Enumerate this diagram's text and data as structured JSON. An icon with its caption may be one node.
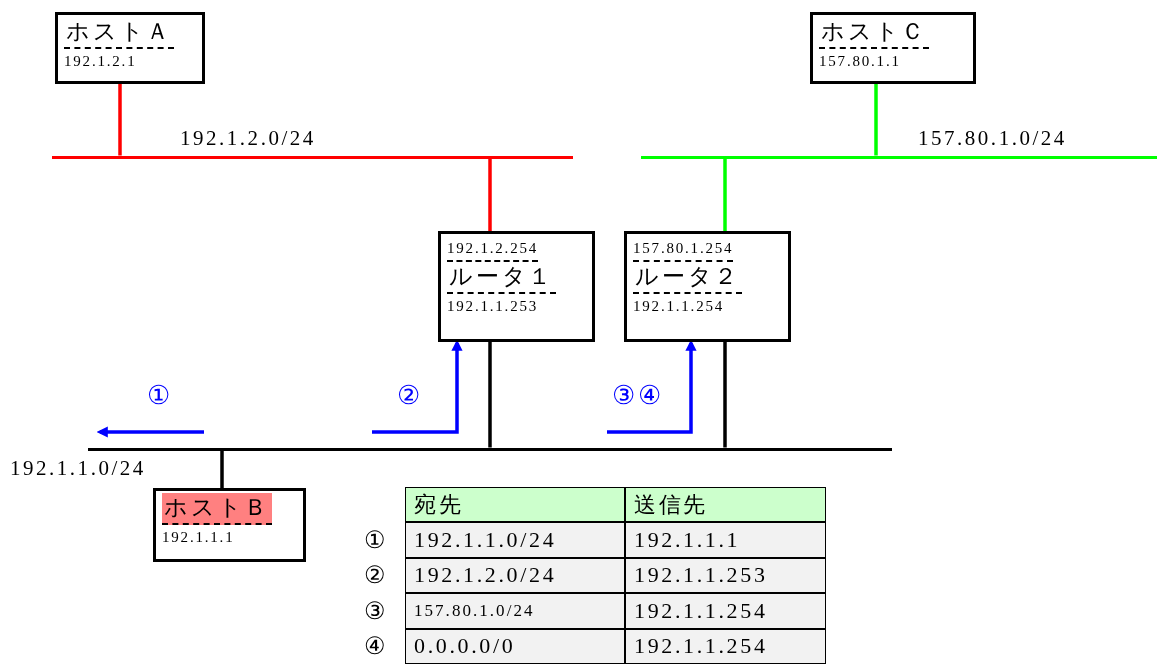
{
  "diagram": {
    "nodes": [
      {
        "text": [
          "ホストＡ",
          "192.1.2.1"
        ]
      },
      {
        "text": [
          "ホストＣ",
          "157.80.1.1"
        ]
      },
      {
        "text": [
          "192.1.2.254",
          "ルータ１",
          "192.1.1.253"
        ]
      },
      {
        "text": [
          "157.80.1.254",
          "ルータ２",
          "192.1.1.254"
        ]
      },
      {
        "text": [
          "ホストＢ",
          "192.1.1.1"
        ]
      },
      {
        "text": [],
        "shape": "bar",
        "beside": [
          "192.1.2.0/24"
        ]
      },
      {
        "text": [],
        "shape": "bar",
        "beside": [
          "157.80.1.0/24"
        ]
      },
      {
        "text": [],
        "shape": "bar",
        "beside": [
          "192.1.1.0/24"
        ]
      }
    ],
    "edges": [
      {
        "from": 0,
        "to": 5,
        "arrow": "none",
        "color": "#ff0000"
      },
      {
        "from": 2,
        "to": 5,
        "arrow": "none",
        "color": "#ff0000"
      },
      {
        "from": 1,
        "to": 6,
        "arrow": "none",
        "color": "#00ff00"
      },
      {
        "from": 3,
        "to": 6,
        "arrow": "none",
        "color": "#00ff00"
      },
      {
        "from": 2,
        "to": 7,
        "arrow": "none"
      },
      {
        "from": 3,
        "to": 7,
        "arrow": "none"
      },
      {
        "from": 4,
        "to": 7,
        "arrow": "none"
      },
      {
        "from": null,
        "to": 2,
        "arrow": "to",
        "color": "#0000ff"
      },
      {
        "from": null,
        "to": 3,
        "arrow": "to",
        "color": "#0000ff"
      }
    ],
    "labels": [
      "①",
      "②",
      "③④",
      "宛先",
      "送信先",
      "①",
      "192.1.1.0/24",
      "192.1.1.1",
      "②",
      "192.1.2.0/24",
      "192.1.1.253",
      "③",
      "157.80.1.0/24",
      "192.1.1.254",
      "④",
      "0.0.0.0/0",
      "192.1.1.254"
    ]
  }
}
